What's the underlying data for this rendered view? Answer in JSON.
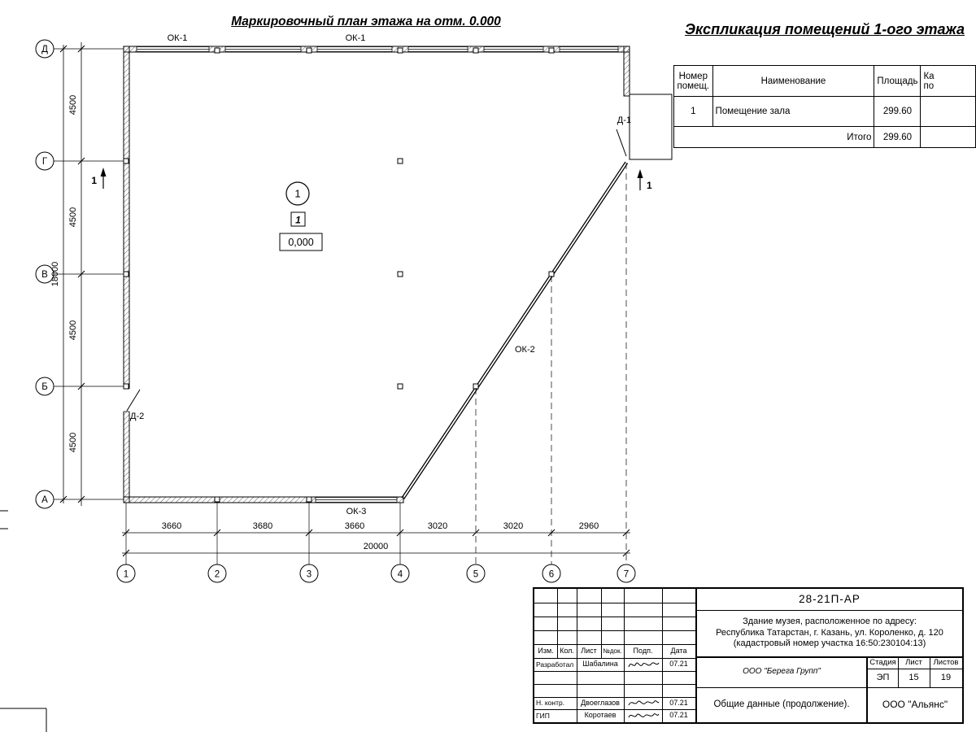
{
  "plan": {
    "title": "Маркировочный план этажа на отм. 0.000",
    "axes_rows": [
      "Д",
      "Г",
      "В",
      "Б",
      "А"
    ],
    "axes_cols": [
      "1",
      "2",
      "3",
      "4",
      "5",
      "6",
      "7"
    ],
    "dims_vertical": [
      "4500",
      "4500",
      "4500",
      "4500"
    ],
    "dim_vertical_total": "18000",
    "dims_horizontal": [
      "3660",
      "3680",
      "3660",
      "3020",
      "3020",
      "2960"
    ],
    "dim_horizontal_total": "20000",
    "labels": {
      "ok1_left": "ОК-1",
      "ok1_right": "ОК-1",
      "ok2": "ОК-2",
      "ok3": "ОК-3",
      "d1": "Д-1",
      "d2": "Д-2",
      "section_left": "1",
      "section_right": "1"
    },
    "room": {
      "number_circle": "1",
      "number_square": "1",
      "elevation": "0,000"
    }
  },
  "explication": {
    "title": "Экспликация помещений 1-ого этажа",
    "headers": {
      "col1_line1": "Номер",
      "col1_line2": "помещ.",
      "col2": "Наименование",
      "col3": "Площадь",
      "col4_line1": "Ка",
      "col4_line2": "по"
    },
    "rows": [
      {
        "num": "1",
        "name": "Помещение зала",
        "area": "299.60"
      }
    ],
    "total_label": "Итого",
    "total_area": "299.60"
  },
  "title_block": {
    "doc_number": "28-21П-АР",
    "object_line1": "Здание музея, расположенное по адресу:",
    "object_line2": "Республика Татарстан, г. Казань, ул. Короленко, д. 120",
    "object_line3": "(кадастровый номер участка 16:50:230104:13)",
    "header_cols": [
      "Изм.",
      "Кол.",
      "Лист",
      "№док.",
      "Подп.",
      "Дата"
    ],
    "rows": [
      {
        "role": "Разработал",
        "name": "Шабалина",
        "date": "07.21"
      },
      {
        "role": "Н. контр.",
        "name": "Двоеглазов",
        "date": "07.21"
      },
      {
        "role": "ГИП",
        "name": "Коротаев",
        "date": "07.21"
      }
    ],
    "company": "ООО \"Берега Групп\"",
    "stage_label": "Стадия",
    "sheet_label": "Лист",
    "sheets_label": "Листов",
    "stage": "ЭП",
    "sheet": "15",
    "sheets": "19",
    "doc_title": "Общие данные (продолжение).",
    "org": "ООО \"Альянс\""
  }
}
